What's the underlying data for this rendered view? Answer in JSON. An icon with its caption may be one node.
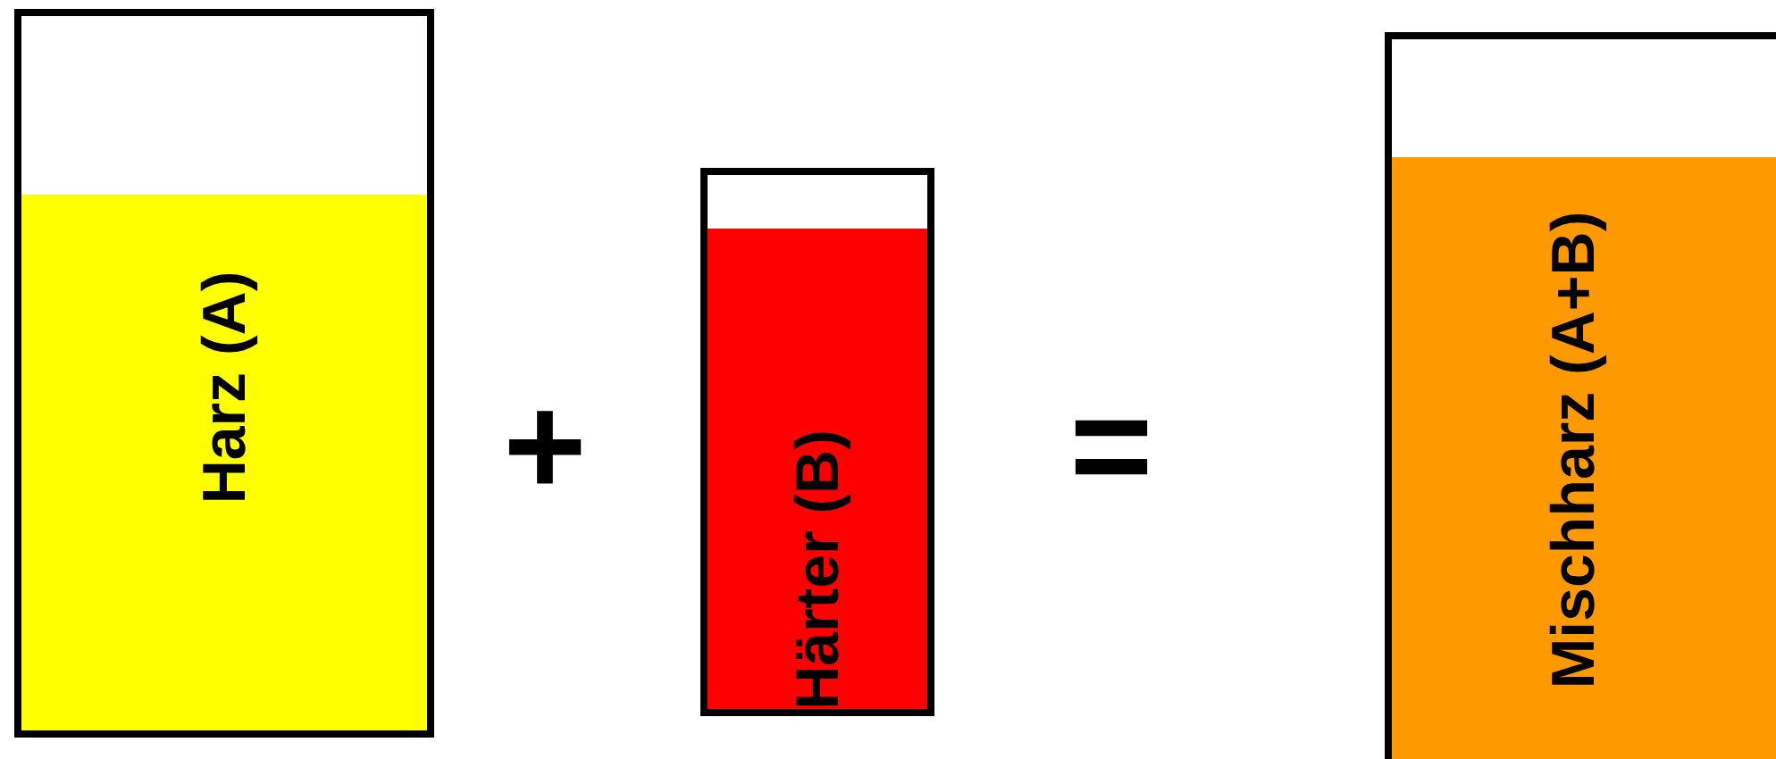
{
  "diagram": {
    "nodes": [
      {
        "text": [
          "Harz (A)"
        ]
      },
      {
        "text": [
          "Härter (B)"
        ]
      },
      {
        "text": [
          "Mischharz (A+B)"
        ]
      }
    ],
    "labels": [
      "+",
      "="
    ]
  }
}
